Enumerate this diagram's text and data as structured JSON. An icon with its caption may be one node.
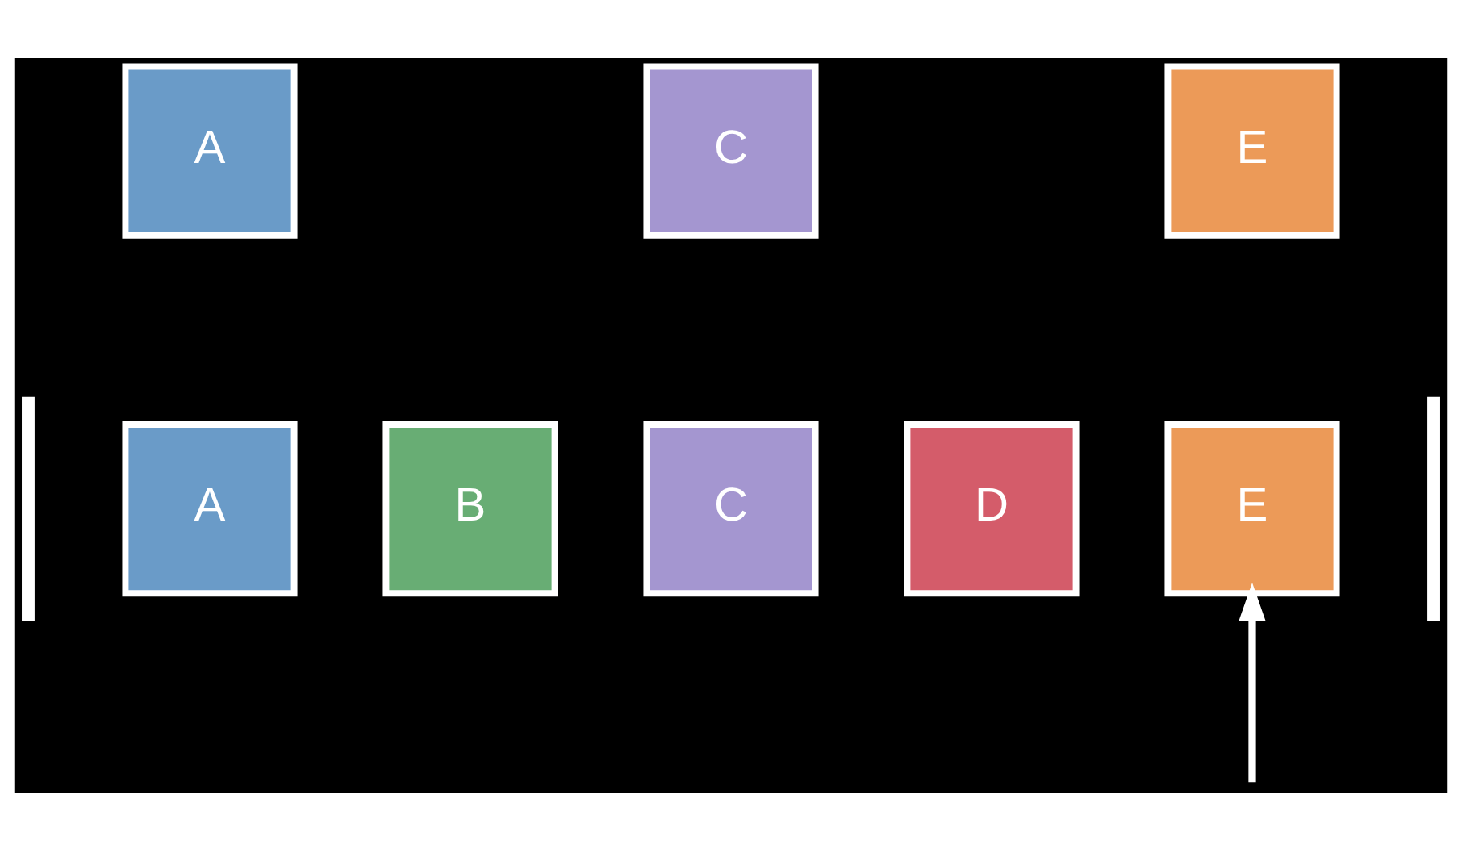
{
  "diagram": {
    "nodes": [
      {
        "text": [
          "A"
        ]
      },
      {
        "text": [
          "C"
        ]
      },
      {
        "text": [
          "E"
        ]
      },
      {
        "text": [],
        "shape": "bar"
      },
      {
        "text": [
          "A"
        ]
      },
      {
        "text": [
          "B"
        ]
      },
      {
        "text": [
          "C"
        ]
      },
      {
        "text": [
          "D"
        ]
      },
      {
        "text": [
          "E"
        ]
      },
      {
        "text": [],
        "shape": "bar"
      }
    ],
    "edges": [
      {
        "from": null,
        "to": 8,
        "arrow": "to"
      }
    ]
  }
}
